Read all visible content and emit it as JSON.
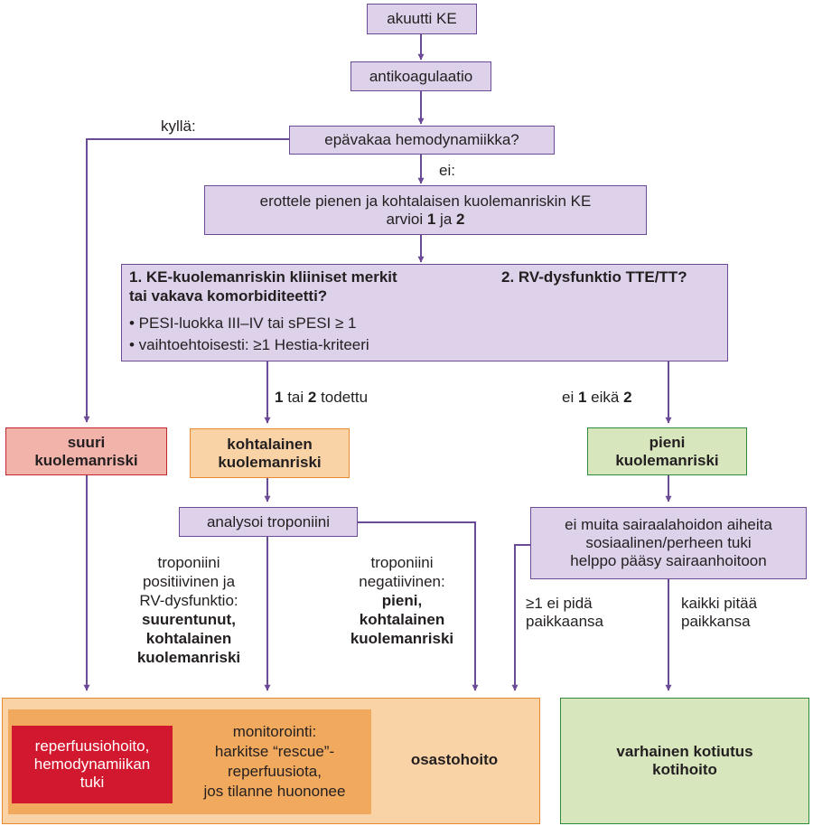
{
  "nodes": {
    "start": "akuutti KE",
    "anticoag": "antikoagulaatio",
    "hemo": "epävakaa hemodynamiikka?",
    "distinguish_line1": "erottele pienen ja kohtalaisen kuolemanriskin KE",
    "distinguish_line2_pre": "arvioi ",
    "distinguish_n1": "1",
    "distinguish_mid": " ja ",
    "distinguish_n2": "2",
    "criteria": {
      "c1_title_line1": "1. KE-kuolemanriskin kliiniset merkit",
      "c1_title_line2": "tai vakava komorbiditeetti?",
      "c1_bullet1": "• PESI-luokka III–IV tai sPESI ≥ 1",
      "c1_bullet2": "• vaihtoehtoisesti: ≥1 Hestia-kriteeri",
      "c2_title": "2. RV-dysfunktio TTE/TT?"
    },
    "high_risk_line1": "suuri",
    "high_risk_line2": "kuolemanriski",
    "intermediate_line1": "kohtalainen",
    "intermediate_line2": "kuolemanriski",
    "low_line1": "pieni",
    "low_line2": "kuolemanriski",
    "troponin": "analysoi troponiini",
    "homecare_line1": "ei muita sairaalahoidon aiheita",
    "homecare_line2": "sosiaalinen/perheen tuki",
    "homecare_line3": "helppo pääsy sairaanhoitoon",
    "reperfusion_line1": "reperfuusiohoito,",
    "reperfusion_line2": "hemodynamiikan",
    "reperfusion_line3": "tuki",
    "monitoring_line1": "monitorointi:",
    "monitoring_line2": "harkitse “rescue”-",
    "monitoring_line3": "reperfuusiota,",
    "monitoring_line4": "jos tilanne huononee",
    "ward": "osastohoito",
    "discharge_line1": "varhainen kotiutus",
    "discharge_line2": "kotihoito"
  },
  "edges": {
    "yes": "kyllä:",
    "no": "ei:",
    "confirmed_n1": "1",
    "confirmed_mid": " tai ",
    "confirmed_n2": "2",
    "confirmed_post": " todettu",
    "neither_pre": "ei ",
    "neither_n1": "1",
    "neither_mid": " eikä ",
    "neither_n2": "2",
    "trop_pos_line1": "troponiini",
    "trop_pos_line2": "positiivinen ja",
    "trop_pos_line3": "RV-dysfunktio:",
    "trop_pos_line4": "suurentunut,",
    "trop_pos_line5": "kohtalainen",
    "trop_pos_line6": "kuolemanriski",
    "trop_neg_line1": "troponiini",
    "trop_neg_line2": "negatiivinen:",
    "trop_neg_line3": "pieni,",
    "trop_neg_line4": "kohtalainen",
    "trop_neg_line5": "kuolemanriski",
    "fail_line1": "≥1 ei pidä",
    "fail_line2": "paikkaansa",
    "pass_line1": "kaikki pitää",
    "pass_line2": "paikkansa"
  },
  "colors": {
    "process_fill": "#ddd2ea",
    "process_border": "#6b4a96",
    "high_fill": "#f2b3ab",
    "high_border": "#c1272d",
    "intermediate_fill": "#f9d3a6",
    "intermediate_border": "#e8892f",
    "low_fill": "#d8e6bd",
    "low_border": "#2e8b3a",
    "reperfusion_fill": "#d2182f",
    "monitoring_fill": "#f1a95d"
  }
}
